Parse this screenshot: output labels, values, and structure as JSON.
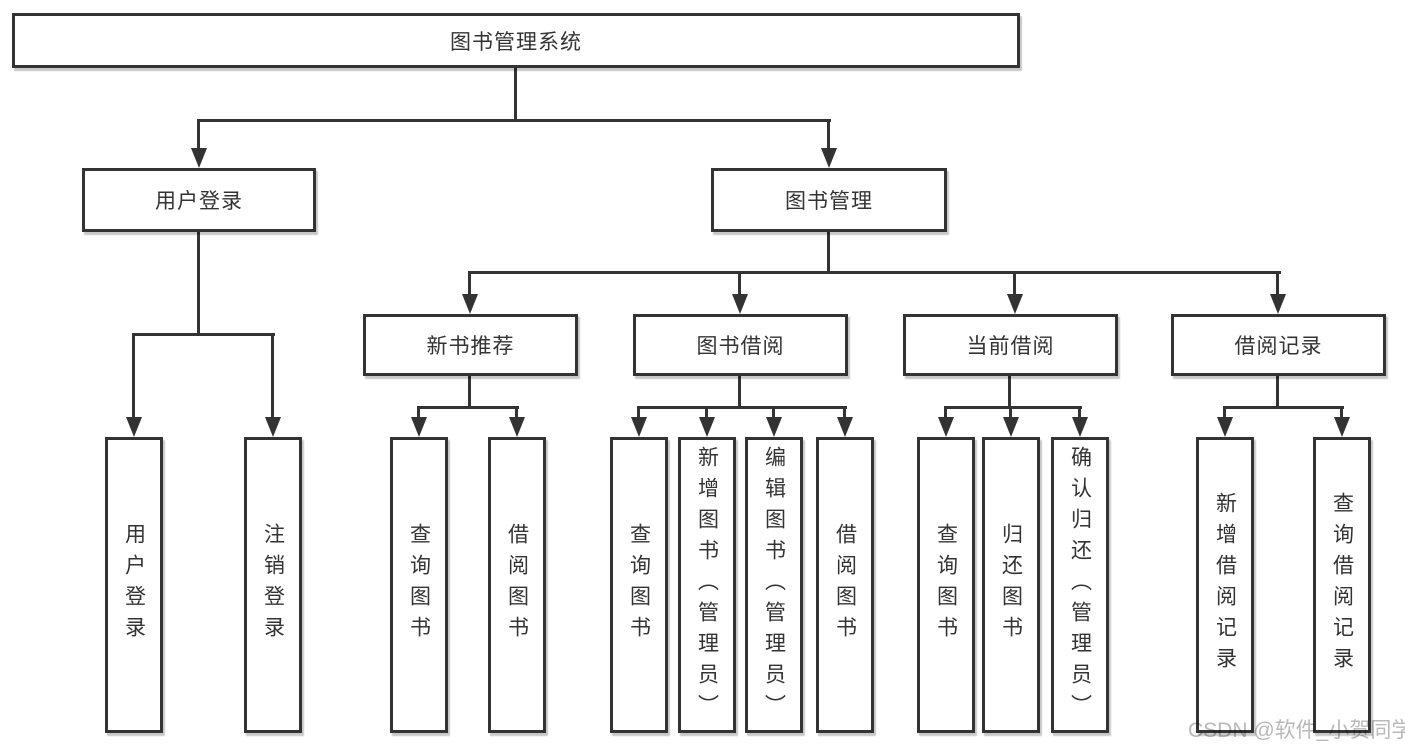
{
  "tree": {
    "label": "图书管理系统",
    "children": [
      {
        "label": "用户登录",
        "children": [
          {
            "label": "用户登录"
          },
          {
            "label": "注销登录"
          }
        ]
      },
      {
        "label": "图书管理",
        "children": [
          {
            "label": "新书推荐",
            "children": [
              {
                "label": "查询图书"
              },
              {
                "label": "借阅图书"
              }
            ]
          },
          {
            "label": "图书借阅",
            "children": [
              {
                "label": "查询图书"
              },
              {
                "label": "新增图书（管理员）"
              },
              {
                "label": "编辑图书（管理员）"
              },
              {
                "label": "借阅图书"
              }
            ]
          },
          {
            "label": "当前借阅",
            "children": [
              {
                "label": "查询图书"
              },
              {
                "label": "归还图书"
              },
              {
                "label": "确认归还（管理员）"
              }
            ]
          },
          {
            "label": "借阅记录",
            "children": [
              {
                "label": "新增借阅记录"
              },
              {
                "label": "查询借阅记录"
              }
            ]
          }
        ]
      }
    ]
  },
  "watermark": {
    "text": "CSDN @软件_小贺同学"
  },
  "colors": {
    "line": "#333333",
    "background": "#ffffff",
    "watermark": "#b9b9b9"
  }
}
